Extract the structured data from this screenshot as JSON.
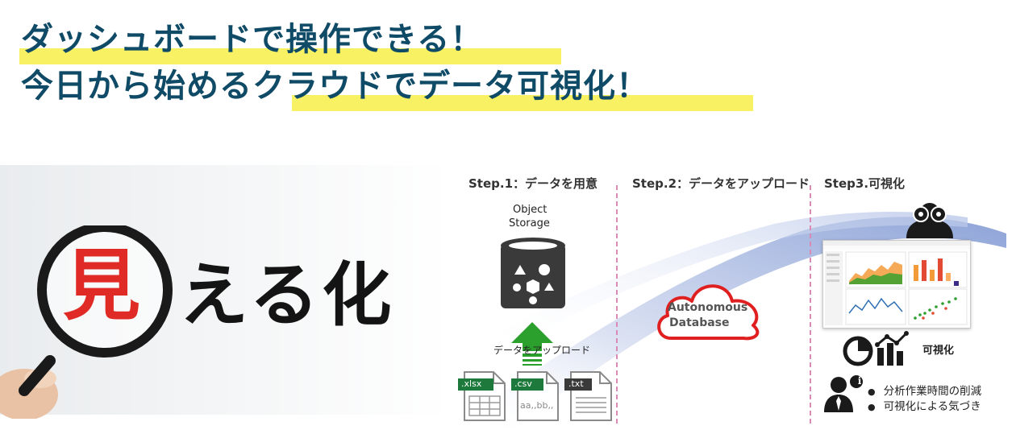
{
  "title": {
    "line1": "ダッシュボードで操作できる！",
    "line2": "今日から始めるクラウドでデータ可視化！"
  },
  "hero": {
    "mieru_char": "見",
    "rest": "える化"
  },
  "steps": [
    {
      "label": "Step.1：データを用意"
    },
    {
      "label": "Step.2：データをアップロード"
    },
    {
      "label": "Step3.可視化"
    }
  ],
  "object_storage": {
    "line1": "Object",
    "line2": "Storage"
  },
  "upload_label": "データをアップロード",
  "files": [
    {
      "ext": ".xlsx",
      "color": "#1e7a3c"
    },
    {
      "ext": ".csv",
      "color": "#1e7a3c",
      "sample": "aa,,bb,,"
    },
    {
      "ext": ".txt",
      "color": "#3a3a3a"
    }
  ],
  "cloud": {
    "line1": "Autonomous",
    "line2": "Database",
    "color": "#e02020"
  },
  "visualize_label": "可視化",
  "benefits": [
    "分析作業時間の削減",
    "可視化による気づき"
  ],
  "colors": {
    "title": "#0f4a66",
    "highlight": "#f7f163",
    "accent_green": "#2ca02c",
    "divider": "#d98bb6"
  }
}
